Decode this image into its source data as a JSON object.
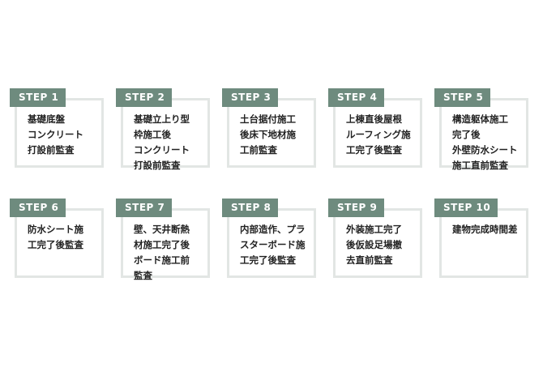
{
  "steps": [
    {
      "label": "STEP 1",
      "text": "基礎底盤\nコンクリート\n打設前監査"
    },
    {
      "label": "STEP 2",
      "text": "基礎立上り型\n枠施工後\nコンクリート\n打設前監査"
    },
    {
      "label": "STEP 3",
      "text": "土台据付施工\n後床下地材施\n工前監査"
    },
    {
      "label": "STEP 4",
      "text": "上棟直後屋根\nルーフィング施\n工完了後監査"
    },
    {
      "label": "STEP 5",
      "text": "構造躯体施工\n完了後\n外壁防水シート\n施工直前監査"
    },
    {
      "label": "STEP 6",
      "text": "防水シート施\n工完了後監査"
    },
    {
      "label": "STEP 7",
      "text": "壁、天井断熱\n材施工完了後\nボード施工前\n監査"
    },
    {
      "label": "STEP 8",
      "text": "内部造作、プラ\nスターボード施\n工完了後監査"
    },
    {
      "label": "STEP 9",
      "text": "外装施工完了\n後仮設足場撤\n去直前監査"
    },
    {
      "label": "STEP 10",
      "text": "建物完成時間差"
    }
  ],
  "colors": {
    "badge": "#6e8b7e",
    "border": "#e2e6e4",
    "text": "#222222"
  }
}
